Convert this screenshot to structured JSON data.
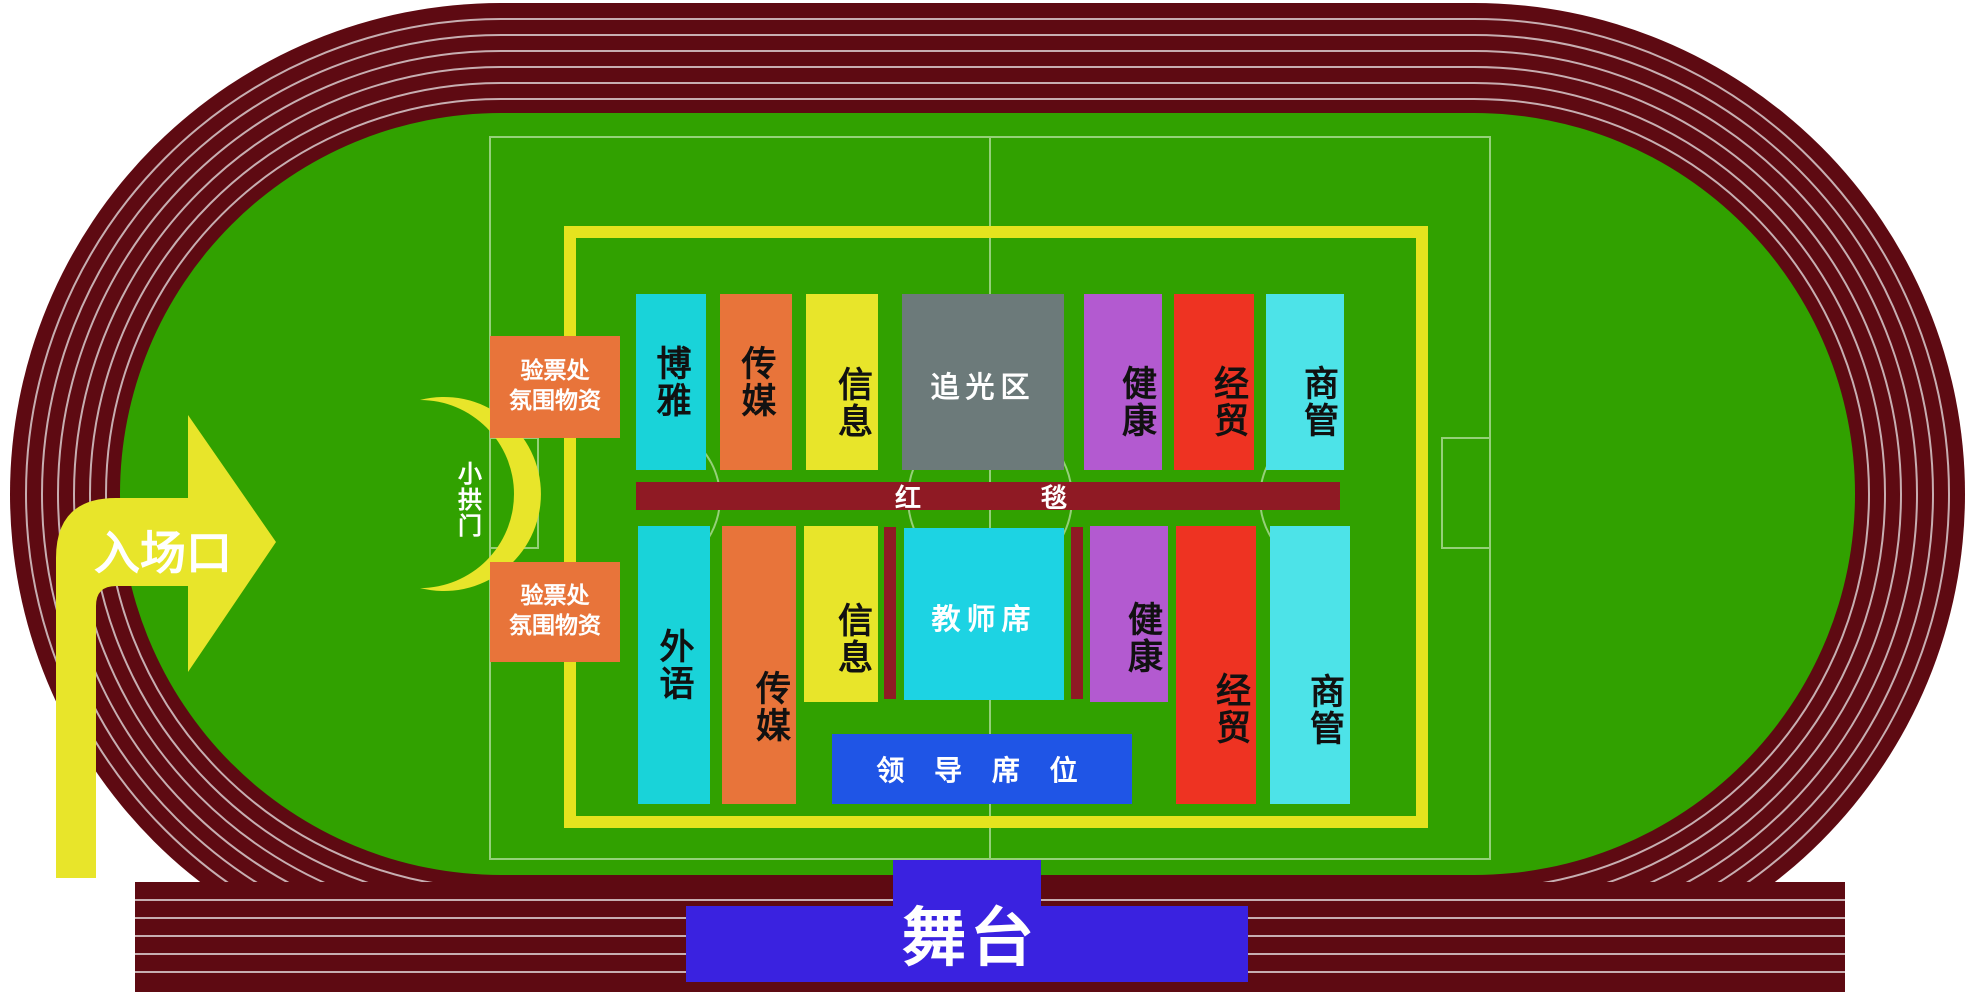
{
  "labels": {
    "entrance": "入场口",
    "arch": "小拱门",
    "ticket_top_line1": "验票处",
    "ticket_top_line2": "氛围物资",
    "ticket_bottom_line1": "验票处",
    "ticket_bottom_line2": "氛围物资",
    "red_carpet_left": "红",
    "red_carpet_right": "毯",
    "stage": "舞台",
    "leader_seats": "领 导 席 位",
    "teacher_seats": "教师席",
    "spotlight_zone": "追光区"
  },
  "blocks_top": [
    {
      "name": "博雅",
      "color": "#19d3d9"
    },
    {
      "name": "传媒",
      "color": "#e8743a"
    },
    {
      "name": "信息",
      "color": "#e8e52a"
    },
    {
      "name": "健康",
      "color": "#b35ad0"
    },
    {
      "name": "经贸",
      "color": "#ee3322"
    },
    {
      "name": "商管",
      "color": "#4de3e8"
    }
  ],
  "blocks_bottom": [
    {
      "name": "外语",
      "color": "#19d3d9"
    },
    {
      "name": "传媒",
      "color": "#e8743a"
    },
    {
      "name": "信息",
      "color": "#e8e52a"
    },
    {
      "name": "健康",
      "color": "#b35ad0"
    },
    {
      "name": "经贸",
      "color": "#ee3322"
    },
    {
      "name": "商管",
      "color": "#4de3e8"
    }
  ],
  "colors": {
    "track": "#5e0a12",
    "field": "#31a100",
    "boundary": "#e5e31e",
    "red_carpet": "#8f1a24",
    "stage": "#3a22e0",
    "leader": "#1f55e6",
    "spotlight": "#6c7a7a",
    "teacher": "#1dd3e3",
    "ticket": "#e8743a"
  }
}
